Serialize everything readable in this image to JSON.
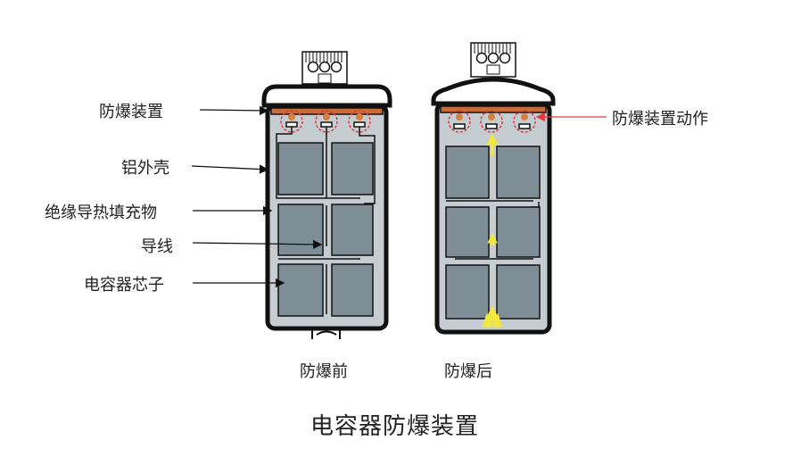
{
  "labels": {
    "explosion_device": "防爆装置",
    "aluminum_shell": "铝外壳",
    "insulating_filler": "绝缘导热填充物",
    "wire": "导线",
    "capacitor_core": "电容器芯子",
    "device_action": "防爆装置动作"
  },
  "captions": {
    "before": "防爆前",
    "after": "防爆后"
  },
  "title": "电容器防爆装置",
  "colors": {
    "shell_stroke": "#111111",
    "filler": "#c5cdd3",
    "core": "#7f8e96",
    "plate": "#c86b3a",
    "dot": "#d6803f",
    "dashed": "#e03a3a",
    "arrow_action": "#e03a3a",
    "gas_arrow": "#f2e640"
  }
}
